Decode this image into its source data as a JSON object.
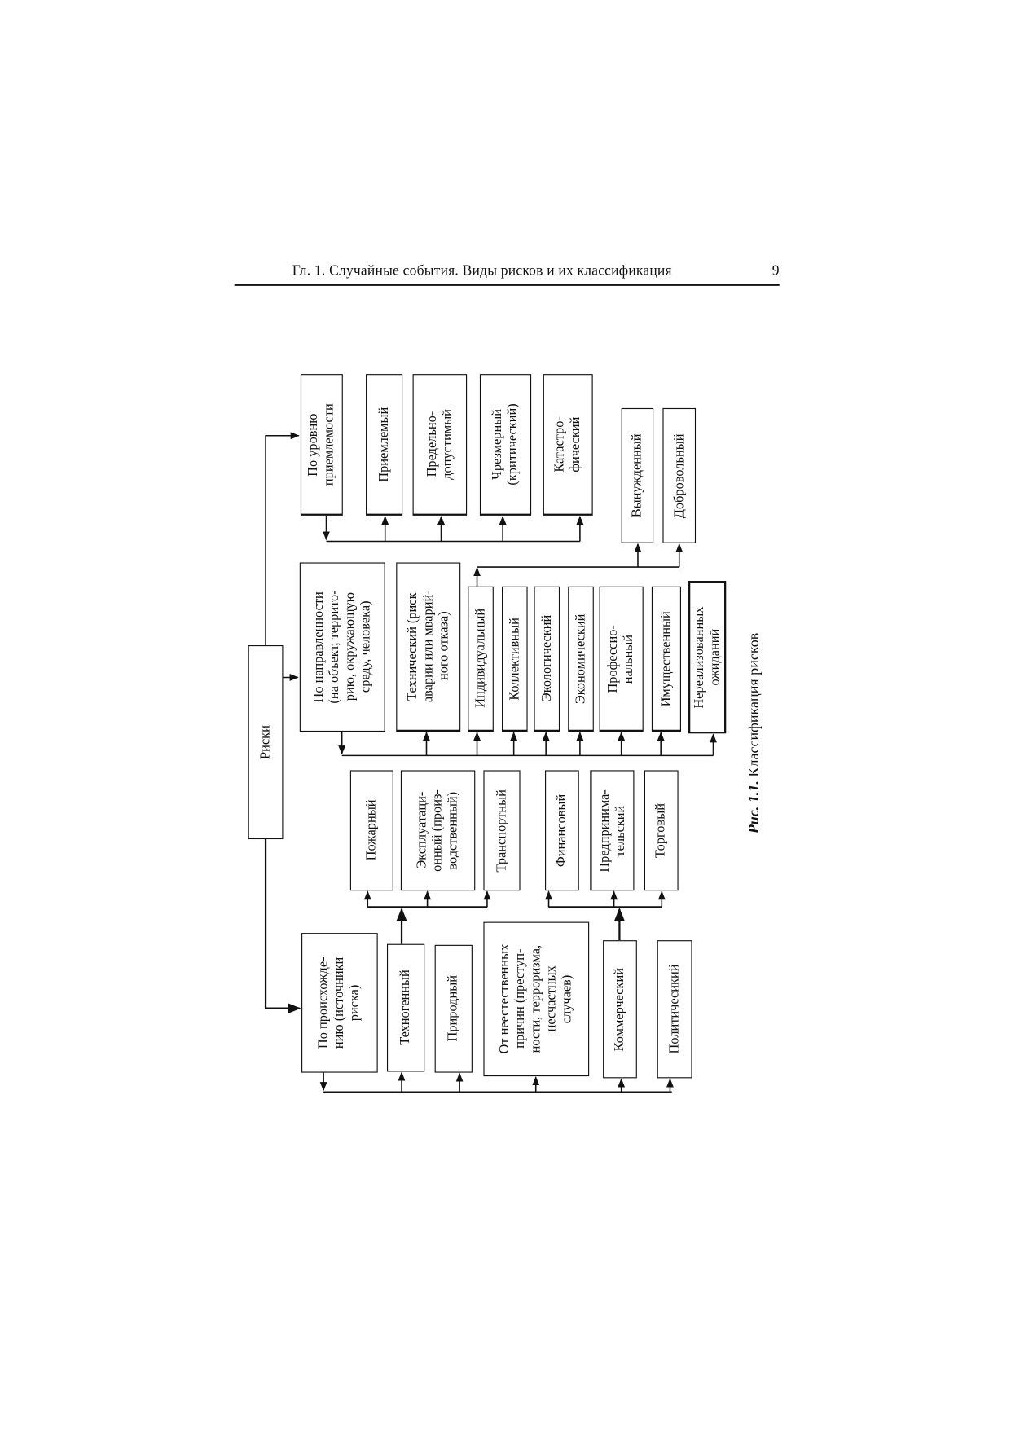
{
  "header": {
    "title": "Гл. 1. Случайные события. Виды рисков и их классификация",
    "page_number": "9"
  },
  "diagram": {
    "root": "Риски",
    "acceptability": {
      "category": "По уровню\nприемлемости",
      "items": [
        "Приемлемый",
        "Предельно-\nдопустимый",
        "Чрезмерный\n(критический)",
        "Катастро-\nфический"
      ],
      "voluntariness": [
        "Вынужденный",
        "Добровольный"
      ]
    },
    "direction": {
      "category": "По направленности\n(на объект, террито-\nрию, окружающую\nсреду, человека)",
      "items": [
        "Технический (риск\nаварии или мварий-\nного отказа)",
        "Индивидуальный",
        "Коллективный",
        "Экологический",
        "Экономический",
        "Профессио-\nнальный",
        "Имущественный",
        "Нереализованных\nожиданий"
      ]
    },
    "origin": {
      "category": "По происхожде-\nнию (источники\nриска)",
      "items": [
        "Техногенный",
        "Природный",
        "От неестественных\nпричин (преступ-\nности, терроризма,\nнесчастных\nслучаев)",
        "Коммерческий",
        "Политичесикий"
      ],
      "technogenic_sub": [
        "Пожарный",
        "Эксплуатаци-\nонный (произ-\nводственный)",
        "Транспортный"
      ],
      "commercial_sub": [
        "Финансовый",
        "Предпринима-\nтельский",
        "Торговый"
      ]
    }
  },
  "caption": {
    "label": "Рис. 1.1.",
    "text": " Классификация рисков"
  }
}
